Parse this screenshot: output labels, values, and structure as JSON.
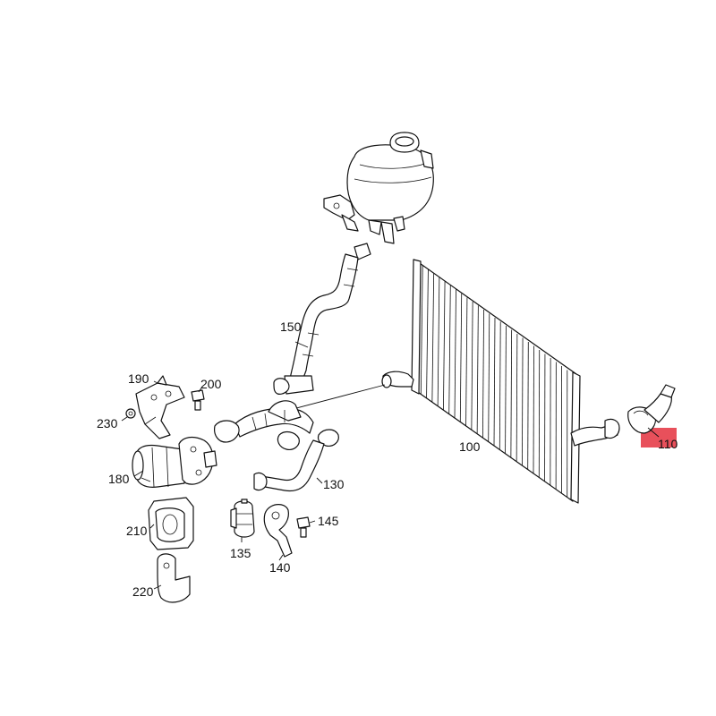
{
  "callouts": {
    "p100": "100",
    "p110": "110",
    "p130": "130",
    "p135": "135",
    "p140": "140",
    "p145": "145",
    "p150": "150",
    "p180": "180",
    "p190": "190",
    "p200": "200",
    "p210": "210",
    "p220": "220",
    "p230": "230"
  },
  "colors": {
    "line": "#111111",
    "highlight": "#e8505b"
  },
  "highlighted_part": "110"
}
